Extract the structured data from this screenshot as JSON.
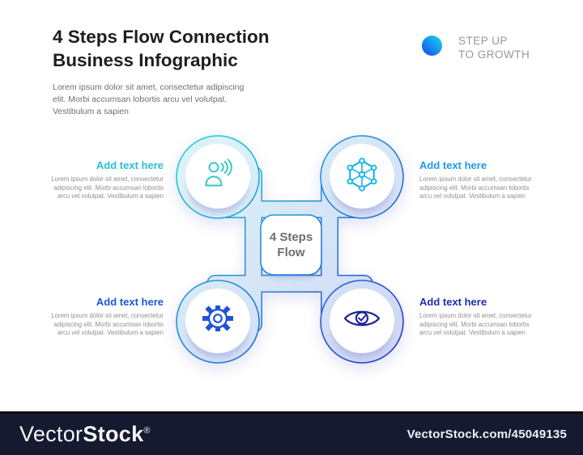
{
  "header": {
    "title": "4 Steps Flow Connection\nBusiness Infographic",
    "subtitle": "Lorem ipsum dolor sit amet, consectetur adipiscing\nelit. Morbi accumsan lobortis arcu vel volutpat.\nVestibulum a sapien"
  },
  "brand": {
    "tagline": "STEP UP\nTO GROWTH",
    "logo_gradient_start": "#1657ec",
    "logo_gradient_end": "#15cdf0"
  },
  "diagram": {
    "center_label": "4 Steps\nFlow",
    "outline_gradient": [
      "#25cede",
      "#2b36cf"
    ],
    "band_fill_gradient": [
      "#dbf4f8",
      "#cfd6f4"
    ],
    "icons": [
      {
        "name": "person-broadcast-icon",
        "color": "#2fc6c9"
      },
      {
        "name": "network-hexagon-icon",
        "color": "#06b3ef"
      },
      {
        "name": "gear-icon",
        "color": "#2152d9"
      },
      {
        "name": "eye-check-icon",
        "color": "#1c2695"
      }
    ]
  },
  "steps": [
    {
      "position": "top-left",
      "heading": "Add text here",
      "heading_color": "#29bfd4",
      "body": "Lorem ipsum dolor sit amet, consectetur\nadipiscing elit. Morbi accumsan lobortis\narcu vel volutpat. Vestibulum a sapien"
    },
    {
      "position": "top-right",
      "heading": "Add text here",
      "heading_color": "#1b9ae8",
      "body": "Lorem ipsum dolor sit amet, consectetur\nadipiscing elit. Morbi accumsan lobortis\narcu vel volutpat. Vestibulum a sapien"
    },
    {
      "position": "bottom-left",
      "heading": "Add text here",
      "heading_color": "#1c57dd",
      "body": "Lorem ipsum dolor sit amet, consectetur\nadipiscing elit. Morbi accumsan lobortis\narcu vel volutpat. Vestibulum a sapien"
    },
    {
      "position": "bottom-right",
      "heading": "Add text here",
      "heading_color": "#1c2fad",
      "body": "Lorem ipsum dolor sit amet, consectetur\nadipiscing elit. Morbi accumsan lobortis\narcu vel volutpat. Vestibulum a sapien"
    }
  ],
  "footer": {
    "logo_part1": "Vector",
    "logo_part2": "Stock",
    "registered_mark": "®",
    "url": "VectorStock.com/45049135",
    "bg_color": "#161a31"
  }
}
